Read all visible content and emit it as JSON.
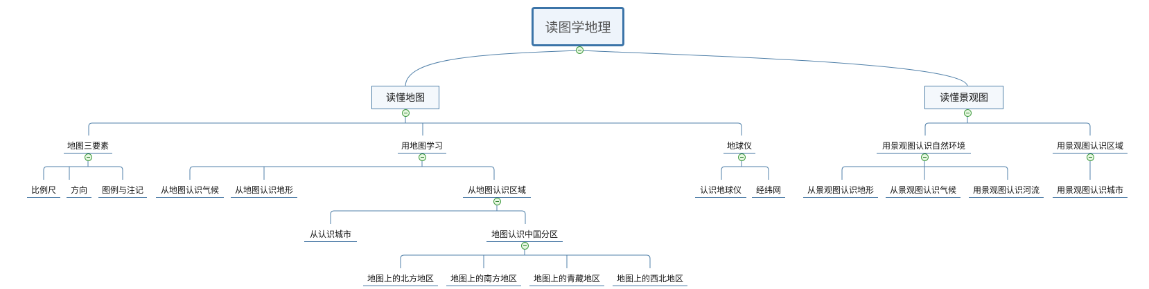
{
  "root": {
    "label": "读图学地理"
  },
  "branches": {
    "read_map": {
      "label": "读懂地图"
    },
    "read_landscape": {
      "label": "读懂景观图"
    }
  },
  "read_map": {
    "three_elements": {
      "label": "地图三要素",
      "children": [
        "比例尺",
        "方向",
        "图例与注记"
      ]
    },
    "learn_with_map": {
      "label": "用地图学习",
      "children": {
        "climate": "从地图认识气候",
        "terrain": "从地图认识地形",
        "regions": {
          "label": "从地图认识区域",
          "children": {
            "cities": "从认识城市",
            "china_divisions": {
              "label": "地图认识中国分区",
              "children": [
                "地图上的北方地区",
                "地图上的南方地区",
                "地图上的青藏地区",
                "地图上的西北地区"
              ]
            }
          }
        }
      }
    },
    "globe": {
      "label": "地球仪",
      "children": [
        "认识地球仪",
        "经纬网"
      ]
    }
  },
  "read_landscape": {
    "natural_env": {
      "label": "用景观图认识自然环境",
      "children": [
        "从景观图认识地形",
        "从景观图认识气候",
        "用景观图认识河流"
      ]
    },
    "regions": {
      "label": "用景观图认识区域",
      "children": [
        "用景观图认识城市"
      ]
    }
  },
  "colors": {
    "line": "#4f7fa8",
    "root_border": "#3b74a8",
    "toggle_border": "#3f9a3f",
    "toggle_fill": "#e6f7e0"
  }
}
